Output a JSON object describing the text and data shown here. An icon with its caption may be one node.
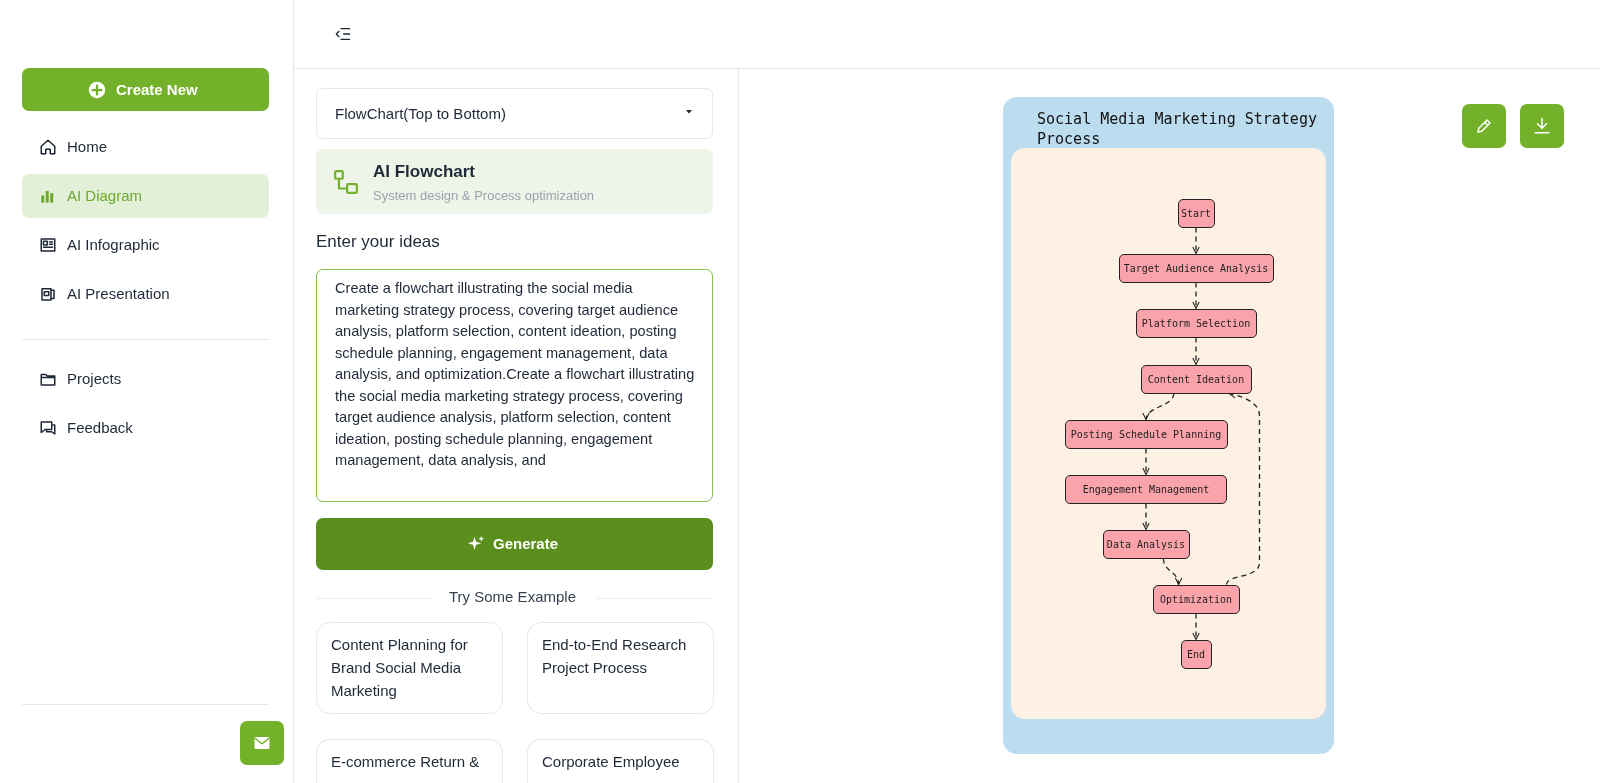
{
  "diagram": {
    "nodes": [
      {
        "text": [
          "Social Media Marketing Strategy Process"
        ]
      },
      {
        "text": [
          "Start"
        ],
        "in": 0
      },
      {
        "text": [
          "Target Audience Analysis"
        ],
        "in": 0
      },
      {
        "text": [
          "Platform Selection"
        ],
        "in": 0
      },
      {
        "text": [
          "Content Ideation"
        ],
        "in": 0
      },
      {
        "text": [
          "Posting Schedule Planning"
        ],
        "in": 0
      },
      {
        "text": [
          "Engagement Management"
        ],
        "in": 0
      },
      {
        "text": [
          "Data Analysis"
        ],
        "in": 0
      },
      {
        "text": [
          "Optimization"
        ],
        "in": 0
      },
      {
        "text": [
          "End"
        ],
        "in": 0
      }
    ],
    "edges": [
      {
        "from": 1,
        "to": 2,
        "arrow": "to",
        "style": "dashed"
      },
      {
        "from": 2,
        "to": 3,
        "arrow": "to",
        "style": "dashed"
      },
      {
        "from": 3,
        "to": 4,
        "arrow": "to",
        "style": "dashed"
      },
      {
        "from": 4,
        "to": 5,
        "arrow": "to",
        "style": "dashed"
      },
      {
        "from": 5,
        "to": 6,
        "arrow": "to",
        "style": "dashed"
      },
      {
        "from": 6,
        "to": 7,
        "arrow": "to",
        "style": "dashed"
      },
      {
        "from": 7,
        "to": 8,
        "arrow": "to",
        "style": "dashed"
      },
      {
        "from": 8,
        "to": 4,
        "arrow": "to",
        "style": "dashed"
      },
      {
        "from": 8,
        "to": 9,
        "arrow": "to",
        "style": "dashed"
      }
    ],
    "labels": [
      "Create New",
      "Home",
      "AI Diagram",
      "AI Infographic",
      "AI Presentation",
      "Projects",
      "Feedback",
      "FlowChart(Top to Bottom)",
      "AI Flowchart",
      "System design & Process optimization",
      "Enter your ideas",
      "Create a flowchart illustrating the social media marketing strategy process, covering target audience analysis, platform selection, content ideation, posting schedule planning, engagement management, data analysis, and optimization.Create a flowchart illustrating the social media marketing strategy process, covering target audience analysis, platform selection, content ideation, posting schedule planning, engagement management, data analysis, and",
      "Generate",
      "Try Some Example",
      "Content Planning for Brand Social Media Marketing",
      "End-to-End Research Project Process",
      "E-commerce Return &",
      "Corporate Employee"
    ]
  }
}
